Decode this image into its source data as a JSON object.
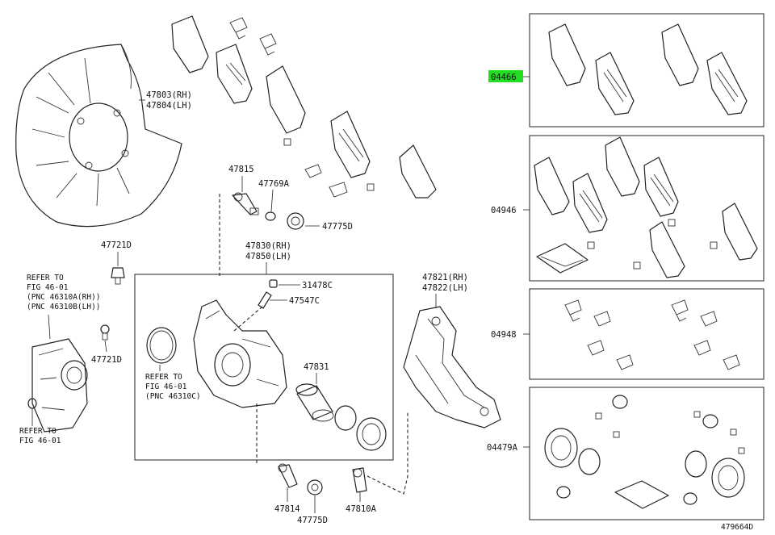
{
  "highlight_color": "#22dd22",
  "diagram_id": "479664D",
  "labels": {
    "p47803": "47803(RH)",
    "p47804": "47804(LH)",
    "p47815": "47815",
    "p47769a": "47769A",
    "p47775d_top": "47775D",
    "p47721d_top": "47721D",
    "p47830": "47830(RH)",
    "p47850": "47850(LH)",
    "p31478c": "31478C",
    "p47547c": "47547C",
    "p47721d_mid": "47721D",
    "p47831": "47831",
    "p47821": "47821(RH)",
    "p47822": "47822(LH)",
    "p47814": "47814",
    "p47775d_bot": "47775D",
    "p47810a": "47810A",
    "kit04466": "04466",
    "kit04946": "04946",
    "kit04948": "04948",
    "kit04479a": "04479A"
  },
  "notes": {
    "ref_left": [
      "REFER TO",
      "FIG 46-01",
      "(PNC 46310A(RH))",
      "(PNC 46310B(LH))"
    ],
    "ref_left_bottom": [
      "REFER TO",
      "FIG 46-01"
    ],
    "ref_center": [
      "REFER TO",
      "FIG 46-01",
      "(PNC 46310C)"
    ]
  }
}
